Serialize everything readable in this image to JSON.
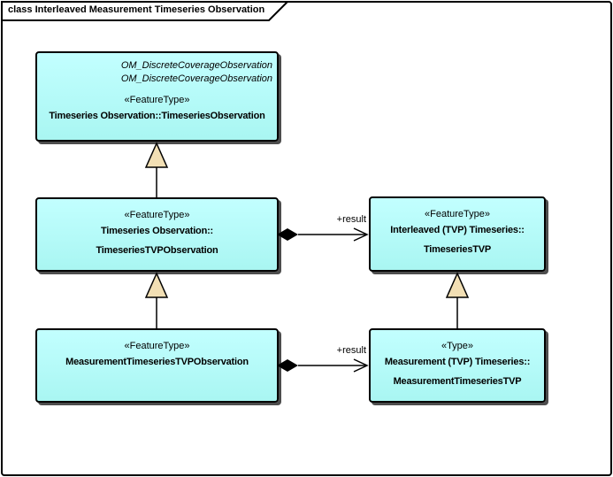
{
  "frame": {
    "title": "class Interleaved Measurement Timeseries Observation"
  },
  "colors": {
    "box_fill_top": "#c2ffff",
    "box_fill_bottom": "#a9f6f2",
    "box_border": "#000000",
    "triangle_fill": "#f2dfb4",
    "shadow": "#4d4d4d"
  },
  "boxes": {
    "timeseries_observation": {
      "parents": [
        "OM_DiscreteCoverageObservation",
        "OM_DiscreteCoverageObservation"
      ],
      "stereotype": "«FeatureType»",
      "name_line1": "Timeseries Observation::TimeseriesObservation"
    },
    "timeseries_tvp_observation": {
      "stereotype": "«FeatureType»",
      "name_line1": "Timeseries Observation::",
      "name_line2": "TimeseriesTVPObservation"
    },
    "timeseries_tvp": {
      "stereotype": "«FeatureType»",
      "name_line1": "Interleaved (TVP) Timeseries::",
      "name_line2": "TimeseriesTVP"
    },
    "measurement_timeseries_tvp_observation": {
      "stereotype": "«FeatureType»",
      "name_line1": "MeasurementTimeseriesTVPObservation"
    },
    "measurement_timeseries_tvp": {
      "stereotype": "«Type»",
      "name_line1": "Measurement (TVP) Timeseries::",
      "name_line2": "MeasurementTimeseriesTVP"
    }
  },
  "connectors": {
    "composition_result_1": {
      "label": "+result"
    },
    "composition_result_2": {
      "label": "+result"
    }
  }
}
